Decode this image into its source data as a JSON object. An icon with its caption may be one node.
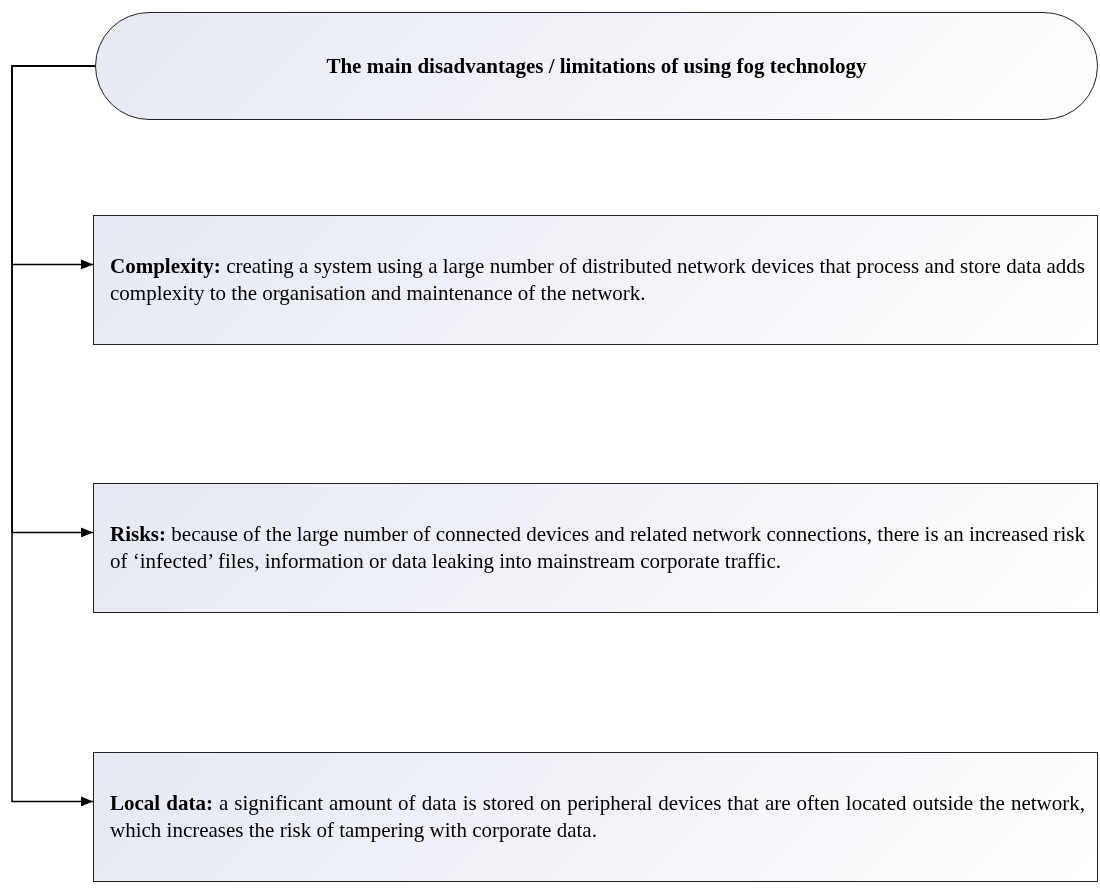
{
  "diagram": {
    "nodes": [
      {
        "text": [
          "The main disadvantages / limitations of using fog technology"
        ]
      },
      {
        "text": [
          "**Complexity:** creating a system using a large number of distributed network devices that process and store data adds complexity to the organisation and maintenance of the network."
        ]
      },
      {
        "text": [
          "**Risks:** because of the large number of connected devices and related network connections, there is an increased risk of ‘infected’ files, information or data leaking into mainstream corporate traffic."
        ]
      },
      {
        "text": [
          "**Local data:** a significant amount of data is stored on peripheral devices that are often located outside the network, which increases the risk of tampering with corporate data."
        ]
      }
    ],
    "edges": [
      {
        "from": 0,
        "to": 1,
        "arrow": "to"
      },
      {
        "from": 0,
        "to": 2,
        "arrow": "to"
      },
      {
        "from": 0,
        "to": 3,
        "arrow": "to"
      }
    ]
  }
}
